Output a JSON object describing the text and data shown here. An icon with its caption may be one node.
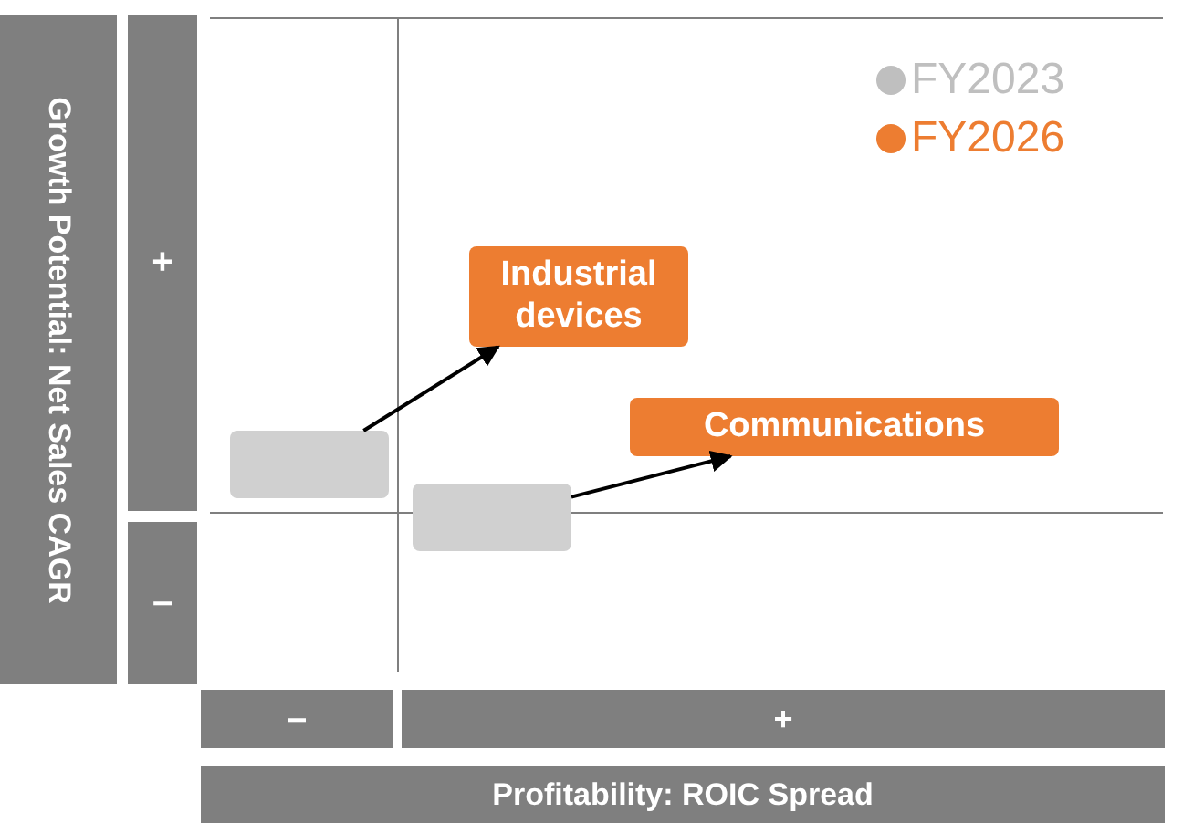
{
  "diagram": {
    "nodes": [
      {
        "text": [
          "Growth Potential: Net Sales CAGR"
        ]
      },
      {
        "text": [
          "+"
        ]
      },
      {
        "text": [
          "–"
        ]
      },
      {
        "text": [
          "Industrial devices"
        ]
      },
      {
        "text": [
          "Communications"
        ]
      },
      {
        "text": [],
        "shape": "box"
      },
      {
        "text": [],
        "shape": "box"
      },
      {
        "text": [
          "–"
        ]
      },
      {
        "text": [
          "+"
        ]
      },
      {
        "text": [
          "Profitability: ROIC Spread"
        ]
      }
    ],
    "edges": [
      {
        "from": 5,
        "to": 3,
        "arrow": "to"
      },
      {
        "from": 6,
        "to": 4,
        "arrow": "to"
      }
    ],
    "legend": [
      {
        "text": "FY2023",
        "color": "#bfbfbf"
      },
      {
        "text": "FY2026",
        "color": "#ed7d31"
      }
    ]
  }
}
